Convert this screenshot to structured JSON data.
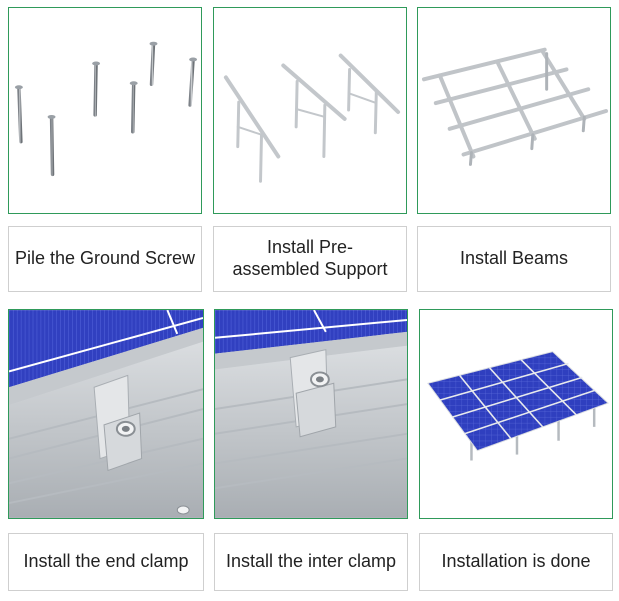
{
  "steps": [
    {
      "caption": "Pile the Ground Screw"
    },
    {
      "caption": "Install Pre-assembled Support"
    },
    {
      "caption": "Install Beams"
    },
    {
      "caption": "Install the end clamp"
    },
    {
      "caption": "Install the inter clamp"
    },
    {
      "caption": "Installation is done"
    }
  ],
  "colors": {
    "panel_border": "#2f9a5a",
    "solar_blue": "#2f3fbf",
    "metal_gray": "#b9bec3"
  }
}
